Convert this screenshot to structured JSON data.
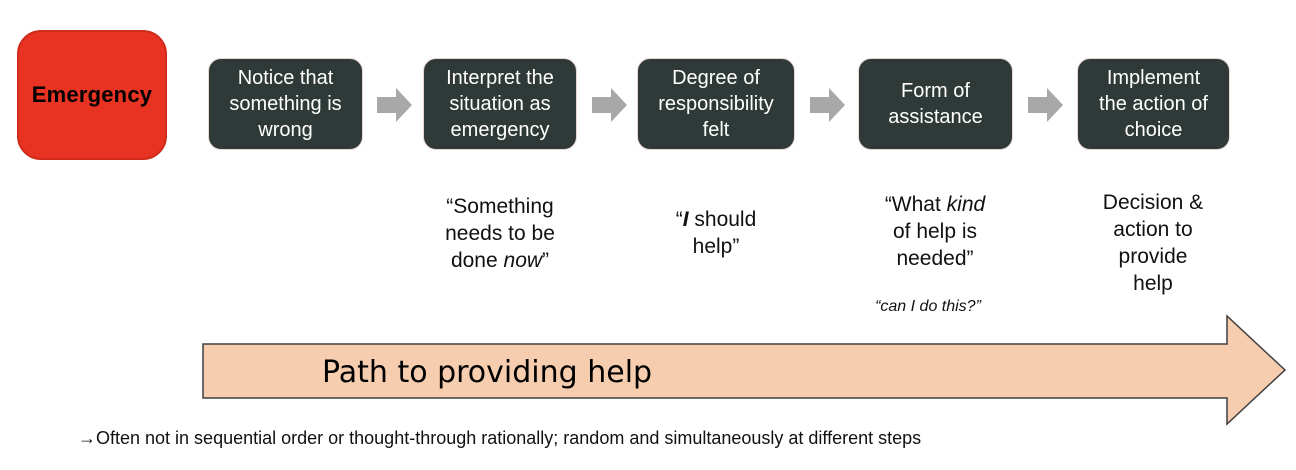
{
  "emergency_label": "Emergency",
  "steps": [
    {
      "label": "Notice that\nsomething is\nwrong"
    },
    {
      "label": "Interpret the\nsituation as\nemergency"
    },
    {
      "label": "Degree of\nresponsibility\nfelt"
    },
    {
      "label": "Form of\nassistance"
    },
    {
      "label": "Implement\nthe action of\nchoice"
    }
  ],
  "quotes": {
    "q1": {
      "pre": "“Something\nneeds to be\ndone ",
      "italic": "now",
      "post": "”"
    },
    "q2": {
      "pre": "“",
      "bold_italic": "I",
      "post": " should\nhelp”"
    },
    "q3": {
      "pre": "“What ",
      "italic": "kind",
      "post": "\nof help is\nneeded”",
      "sub": "“can I do this?”"
    },
    "q4": {
      "text": "Decision &\naction to\nprovide\nhelp"
    }
  },
  "path_arrow": {
    "label": "Path to providing help"
  },
  "footnote": {
    "prefix": "→",
    "text": "Often not in sequential order or thought-through rationally; random and simultaneously at different steps"
  },
  "colors": {
    "emergency_red": "#E83323",
    "step_dark": "#2F3A38",
    "flow_arrow_gray": "#A8A8A8",
    "path_fill": "#F7CDAF",
    "path_border": "#3F3F3F"
  }
}
